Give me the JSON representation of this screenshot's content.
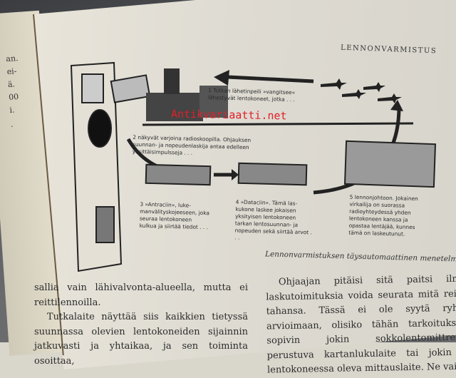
{
  "left_page": {
    "fragments": [
      "an.",
      "ei-",
      "ä.",
      "00",
      "i.",
      "."
    ]
  },
  "header": "LENNONVARMISTUS",
  "figure": {
    "steps": [
      {
        "text": "1 Tutkan lähetinpeili »vangitsee« lähestyvät lentokoneet, jotka . . ."
      },
      {
        "text": "2 näkyvät varjoina radioskoopilla. Ohjauk­sen suunnan- ja nopeudenlaskija antaa edelleen yksittäisimpulsseja . . ."
      },
      {
        "text": "3 »Antraciin», luke­manvälityskojeeseen, joka seuraa lentoko­neen kulkua ja siir­tää tiedot . . ."
      },
      {
        "text": "4 »Dataciin». Tämä las­kukone laskee jokaisen yksityisen lentokoneen tarkan lentosuunnan- ja nopeuden sekä siirtää arvot . . ."
      },
      {
        "text": "5 lennonjohtoon. Jokai­nen virkailija on suorassa radioyhteydessä yhden lentokoneen kanssa ja opastaa lentäjää, kunnes tämä on laskeutunut."
      }
    ],
    "caption": "Lennonvarmistuksen täysautomaattinen menetelmä"
  },
  "watermark": "Antikvariaatti.net",
  "body_left": [
    "sallia vain lähivalvonta-alueella, mutta ei reittilennoilla.",
    "Tutkalaite näyttää siis kaikkien tietyssä suunnassa olevien lentokoneiden sijainnin jat­kuvasti ja yhtaikaa, ja sen toiminta osoittaa,"
  ],
  "body_right": [
    "Ohjaajan pitäisi sitä paitsi ilman laskutoimi­tuksia voida seurata mitä reittiä tahansa. Tässä ei ole syytä ryhtyä arvioimaan, olisiko tähän tarkoitukseen sopivin jokin sokkolentomitt­reihin perustuva kartanlukulaite tai jokin mi lentokoneessa oleva mittauslaite. Ne vaiko"
  ]
}
